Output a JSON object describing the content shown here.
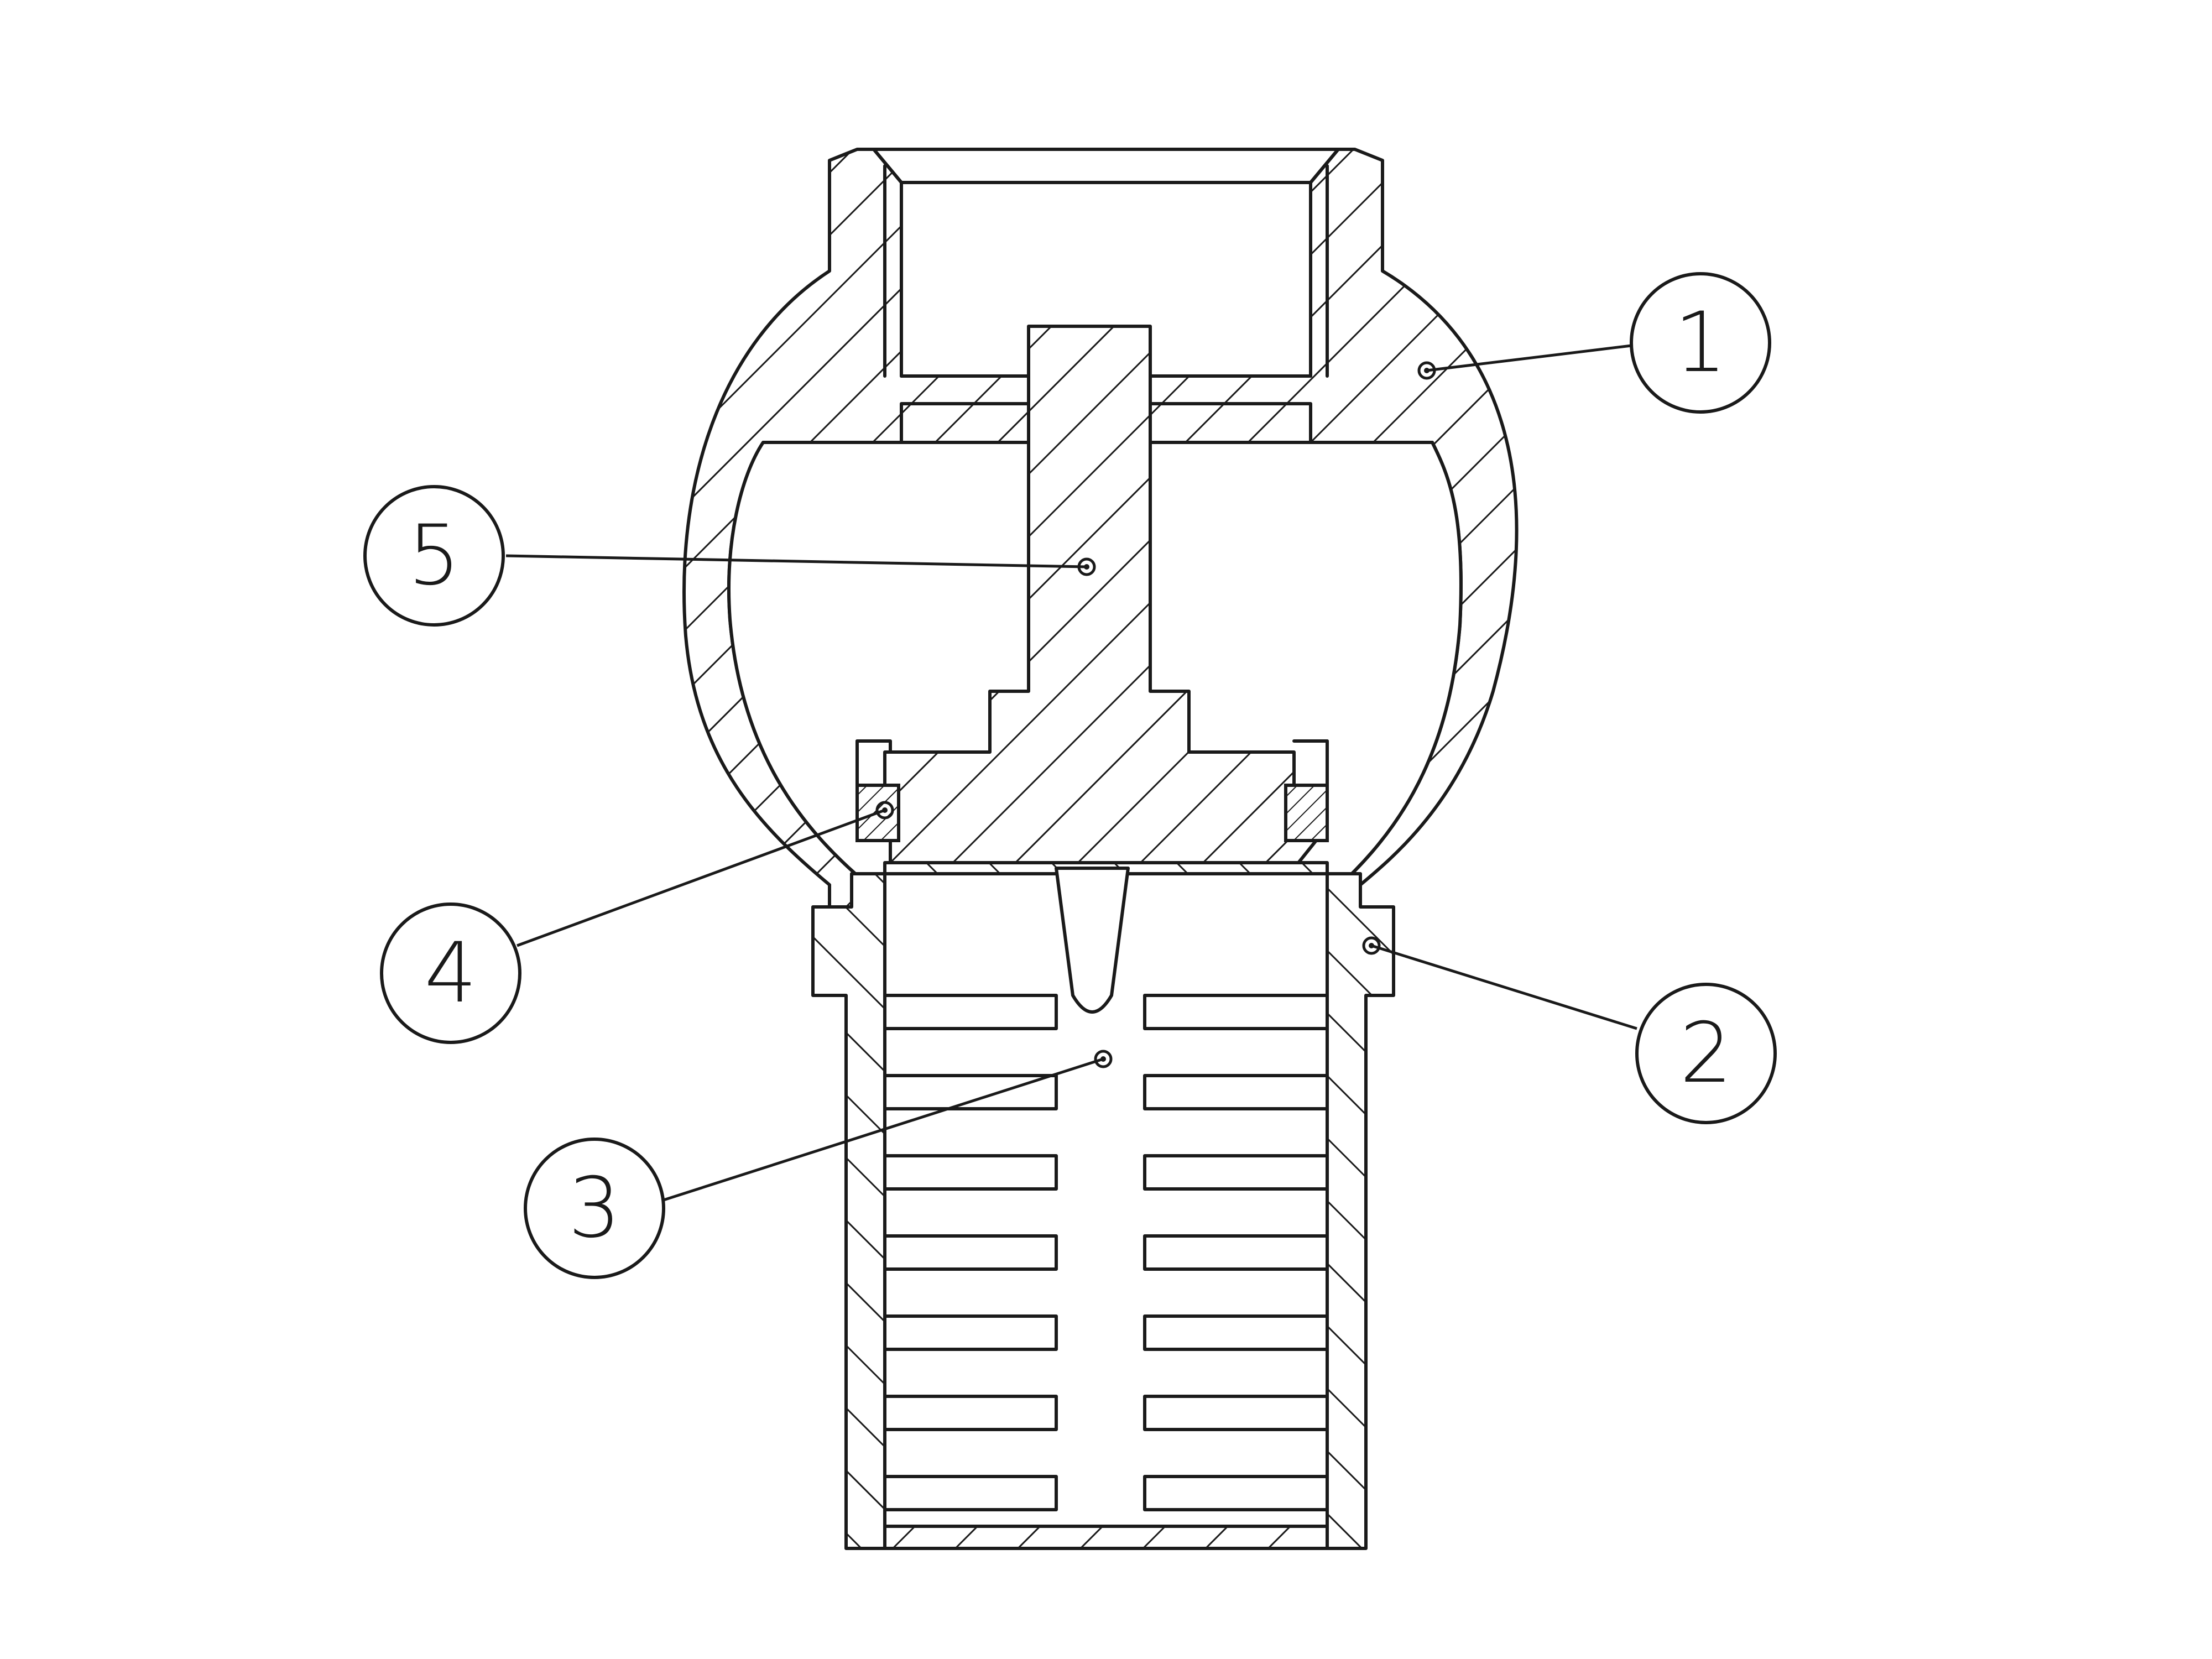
{
  "diagram": {
    "type": "mechanical-cross-section",
    "line_color": "#1a1a1a",
    "background": "#ffffff",
    "balloons": [
      {
        "id": "1",
        "label": "1"
      },
      {
        "id": "2",
        "label": "2"
      },
      {
        "id": "3",
        "label": "3"
      },
      {
        "id": "4",
        "label": "4"
      },
      {
        "id": "5",
        "label": "5"
      }
    ]
  }
}
